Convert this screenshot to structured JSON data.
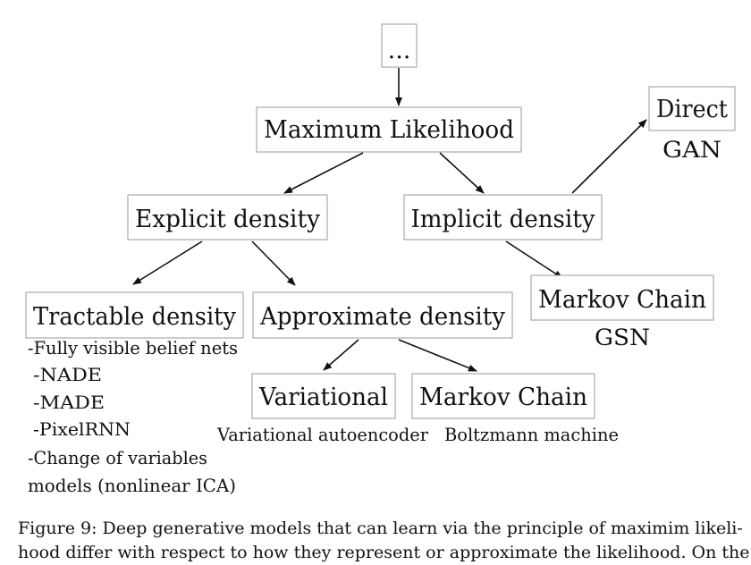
{
  "nodes": {
    "top": "...",
    "max_likelihood": "Maximum Likelihood",
    "explicit": "Explicit density",
    "implicit": "Implicit density",
    "direct": "Direct",
    "tractable": "Tractable density",
    "approximate": "Approximate density",
    "markov_chain_implicit": "Markov Chain",
    "variational": "Variational",
    "markov_chain_explicit": "Markov Chain"
  },
  "labels": {
    "gan": "GAN",
    "gsn": "GSN",
    "variational_autoencoder": "Variational autoencoder",
    "boltzmann_machine": "Boltzmann machine"
  },
  "tractable_examples": [
    "-Fully visible belief nets",
    "-NADE",
    "-MADE",
    "-PixelRNN",
    "-Change of variables",
    "models (nonlinear ICA)"
  ],
  "caption": [
    "Figure 9: Deep generative models that can learn via the principle of maximim likeli-",
    "hood differ with respect to how they represent or approximate the likelihood. On the"
  ]
}
